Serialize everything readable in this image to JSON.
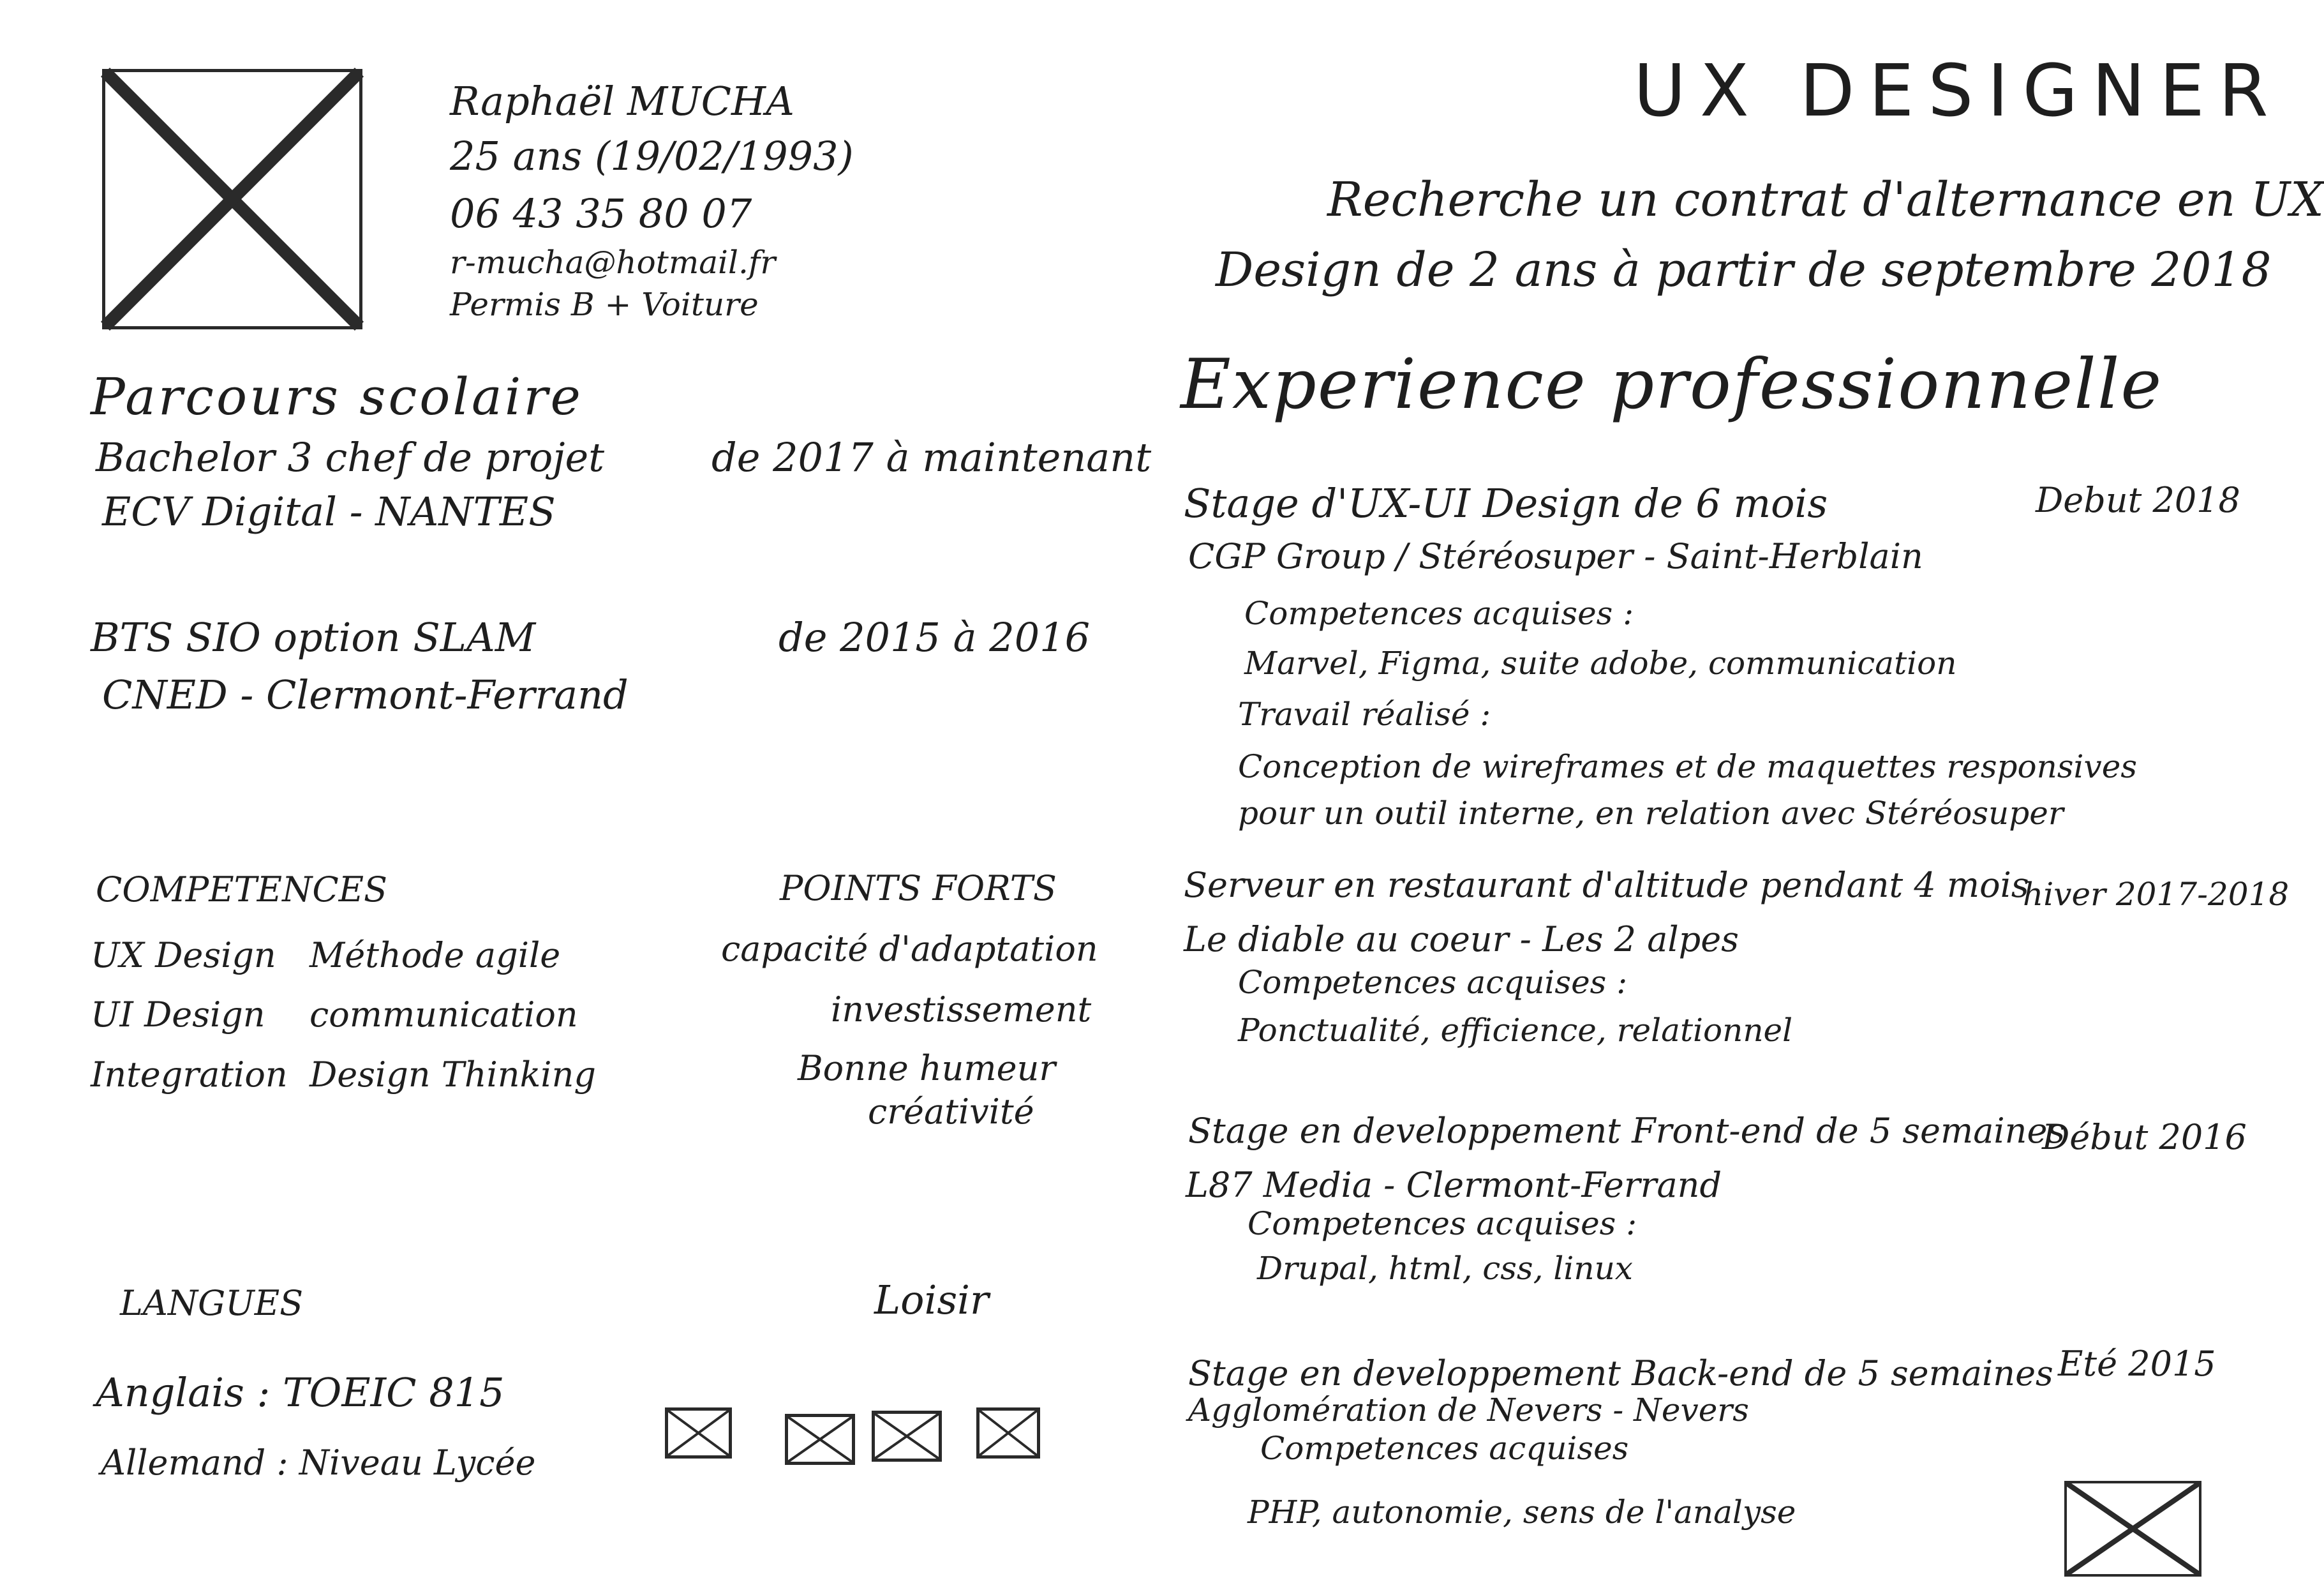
{
  "profile": {
    "name": "Raphaël MUCHA",
    "age": "25 ans (19/02/1993)",
    "phone": "06 43 35 80 07",
    "email": "r-mucha@hotmail.fr",
    "license": "Permis B + Voiture"
  },
  "header": {
    "title": "UX DESIGNER",
    "subtitle_line1": "Recherche un contrat d'alternance en UX",
    "subtitle_line2": "Design de 2 ans à partir de septembre 2018"
  },
  "education": {
    "heading": "Parcours scolaire",
    "items": [
      {
        "title": "Bachelor 3 chef de projet",
        "place": "ECV Digital - NANTES",
        "period": "de 2017 à maintenant"
      },
      {
        "title": "BTS SIO option SLAM",
        "place": "CNED - Clermont-Ferrand",
        "period": "de 2015 à 2016"
      }
    ]
  },
  "skills": {
    "heading": "COMPETENCES",
    "col1": [
      "UX Design",
      "UI Design",
      "Integration"
    ],
    "col2": [
      "Méthode agile",
      "communication",
      "Design Thinking"
    ]
  },
  "strengths": {
    "heading": "POINTS FORTS",
    "items": [
      "capacité d'adaptation",
      "investissement",
      "Bonne humeur",
      "créativité"
    ]
  },
  "languages": {
    "heading": "LANGUES",
    "items": [
      "Anglais : TOEIC 815",
      "Allemand : Niveau Lycée"
    ]
  },
  "hobbies": {
    "heading": "Loisir"
  },
  "experience": {
    "heading": "Experience professionnelle",
    "jobs": [
      {
        "title": "Stage d'UX-UI Design de 6 mois",
        "date": "Debut 2018",
        "company": "CGP Group / Stéréosuper - Saint-Herblain",
        "lines": [
          "Competences acquises :",
          "Marvel, Figma, suite adobe, communication",
          "Travail réalisé :",
          "Conception de wireframes et de maquettes responsives",
          "pour un outil interne, en relation avec Stéréosuper"
        ]
      },
      {
        "title": "Serveur en restaurant d'altitude pendant 4 mois",
        "date": "hiver 2017-2018",
        "company": "Le diable au coeur - Les 2 alpes",
        "lines": [
          "Competences acquises :",
          "Ponctualité, efficience, relationnel"
        ]
      },
      {
        "title": "Stage en developpement Front-end de 5 semaines",
        "date": "Début 2016",
        "company": "L87 Media - Clermont-Ferrand",
        "lines": [
          "Competences acquises :",
          "Drupal, html, css, linux"
        ]
      },
      {
        "title": "Stage en developpement Back-end de 5 semaines",
        "date": "Eté 2015",
        "company": "Agglomération de Nevers - Nevers",
        "lines": [
          "Competences acquises",
          "PHP, autonomie, sens de l'analyse"
        ]
      }
    ]
  }
}
